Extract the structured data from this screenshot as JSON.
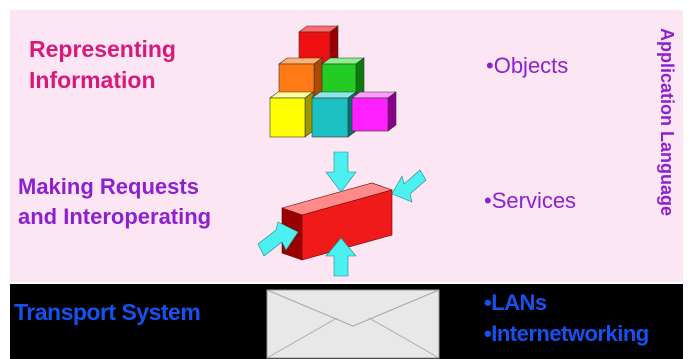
{
  "layers": {
    "representing": {
      "label_line1": "Representing",
      "label_line2": "Information",
      "bullet": "•Objects"
    },
    "requests": {
      "label_line1": "Making Requests",
      "label_line2": "and Interoperating",
      "bullet": "•Services"
    },
    "transport": {
      "label": "Transport System",
      "bullet1": "•LANs",
      "bullet2": "•Internetworking"
    }
  },
  "side_label": "Application Language",
  "colors": {
    "panel_background": "#fde6f3",
    "transport_background": "#000000",
    "magenta_text": "#d8197b",
    "purple_text": "#8e1fd0",
    "blue_text": "#1652ef",
    "cube_red": "#ee1010",
    "cube_orange": "#ff7a14",
    "cube_green": "#22cc22",
    "cube_yellow": "#ffff00",
    "cube_teal": "#1cc0c0",
    "cube_magenta": "#ff1fff",
    "arrow_cyan": "#4cf0f0",
    "bar_red": "#f01a1a"
  },
  "icons": [
    "blocks-icon",
    "interop-bar-icon",
    "envelope-icon"
  ]
}
